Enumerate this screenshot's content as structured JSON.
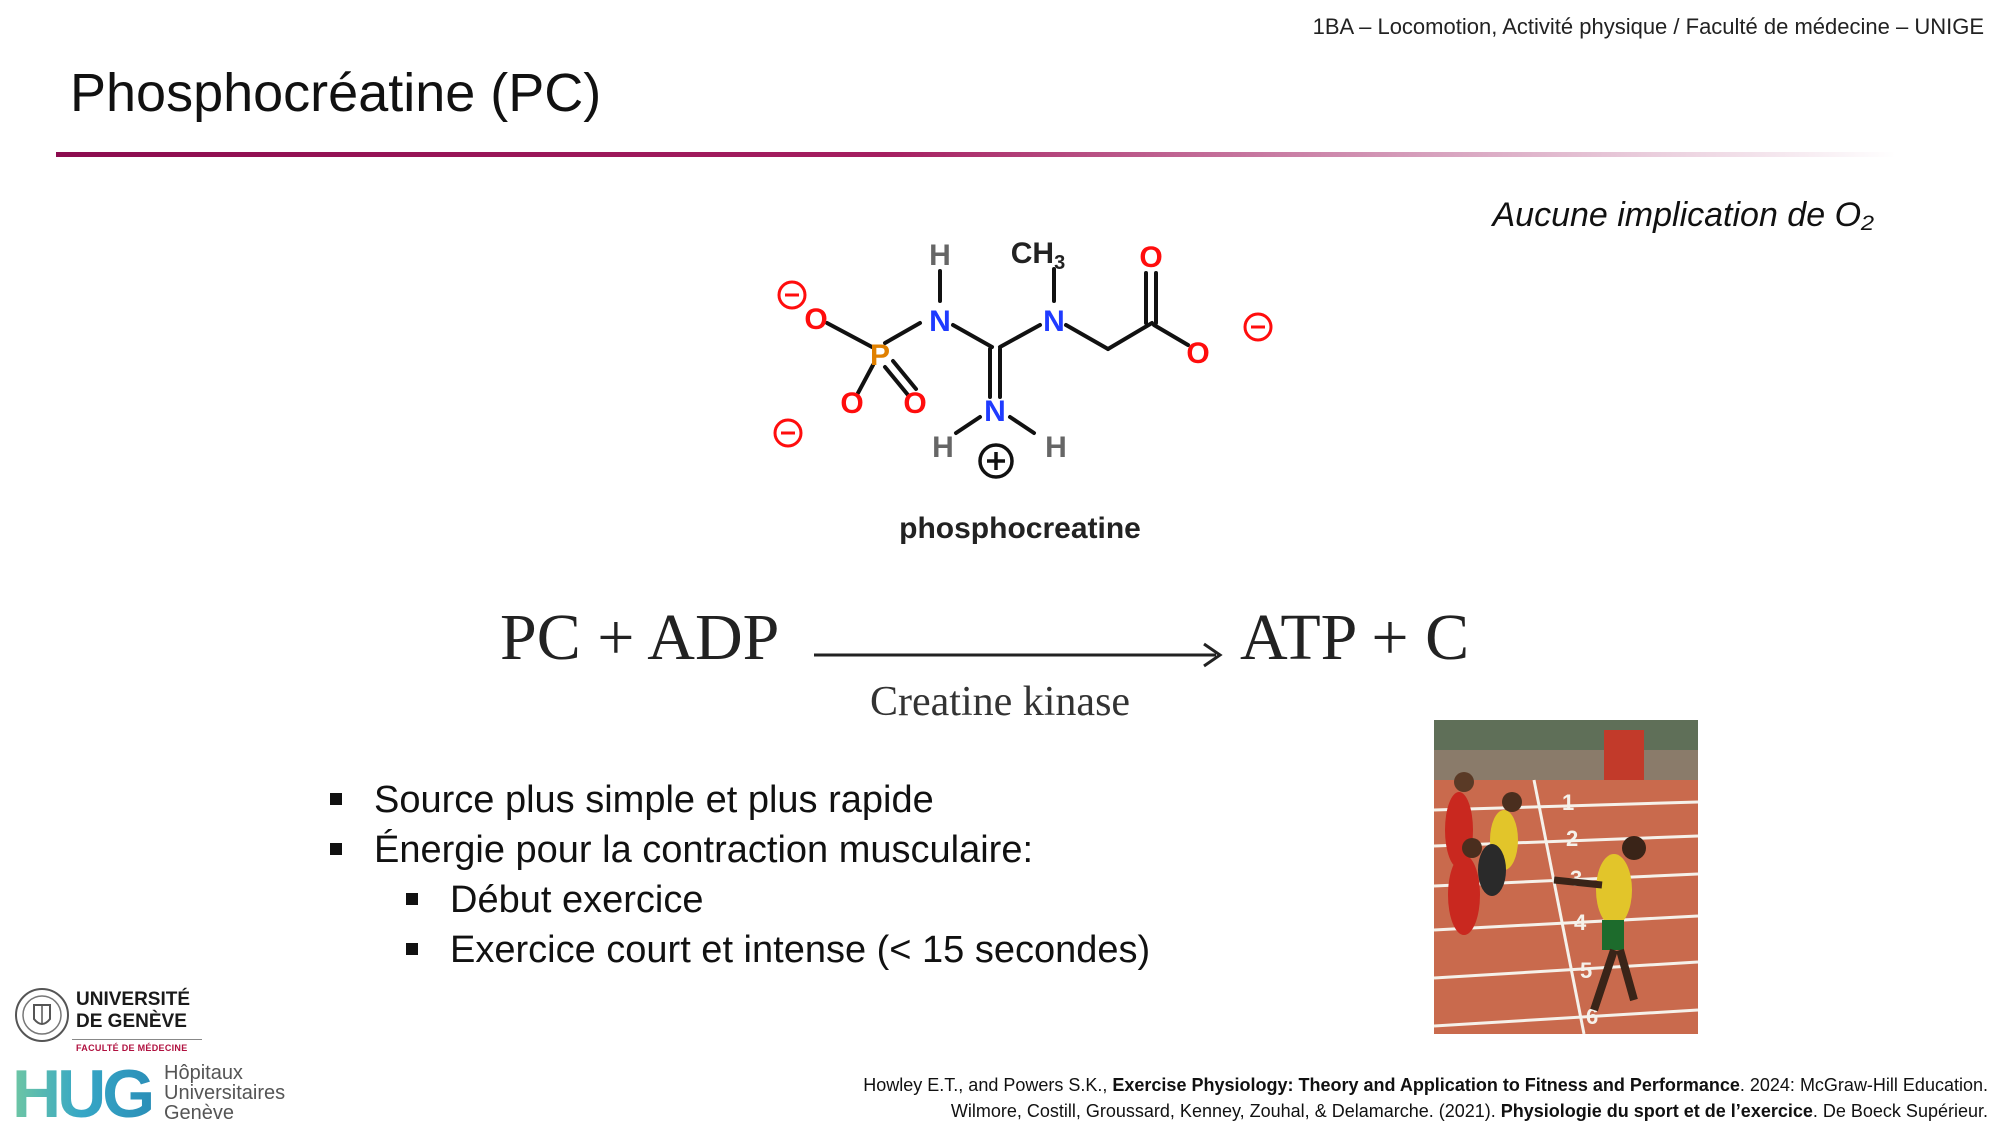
{
  "header": {
    "course": "1BA – Locomotion, Activité physique / Faculté de médecine – UNIGE"
  },
  "slide": {
    "title": "Phosphocréatine (PC)",
    "note": "Aucune implication de O₂"
  },
  "molecule": {
    "caption": "phosphocreatine",
    "atoms": {
      "h_top": "H",
      "ch3": "CH",
      "ch3_sub": "3",
      "o_carbonyl": "O",
      "o_left": "O",
      "p": "P",
      "n1": "N",
      "n2": "N",
      "o_carboxylate": "O",
      "o_bottom_left": "O",
      "o_bottom_right": "O",
      "n_imine": "N",
      "h_left": "H",
      "h_right": "H"
    },
    "charges": {
      "minus": "−",
      "plus": "+"
    },
    "colors": {
      "oxygen": "#ff0d0d",
      "nitrogen": "#1f3bff",
      "phosphorus": "#e08000",
      "hydrogen": "#666666",
      "carbon": "#222222"
    }
  },
  "equation": {
    "left": "PC + ADP",
    "right": "ATP + C",
    "enzyme": "Creatine kinase"
  },
  "bullets": [
    {
      "text": "Source plus simple et plus rapide",
      "level": 1
    },
    {
      "text": "Énergie pour la contraction musculaire:",
      "level": 1
    },
    {
      "text": "Début exercice",
      "level": 2
    },
    {
      "text": "Exercice court et intense (< 15 secondes)",
      "level": 2
    }
  ],
  "logos": {
    "unige_line1": "UNIVERSITÉ",
    "unige_line2": "DE GENÈVE",
    "unige_faculty": "FACULTÉ DE MÉDECINE",
    "hug_mark": "HUG",
    "hug_line1": "Hôpitaux",
    "hug_line2": "Universitaires",
    "hug_line3": "Genève"
  },
  "references": [
    {
      "authors": "Howley E.T., and Powers S.K., ",
      "title": "Exercise Physiology: Theory and Application to Fitness and Performance",
      "rest": ". 2024: McGraw-Hill Education."
    },
    {
      "authors": "Wilmore, Costill, Groussard, Kenney, Zouhal, & Delamarche. (2021). ",
      "title": "Physiologie du sport et de l’exercice",
      "rest": ". De Boeck Supérieur."
    }
  ]
}
